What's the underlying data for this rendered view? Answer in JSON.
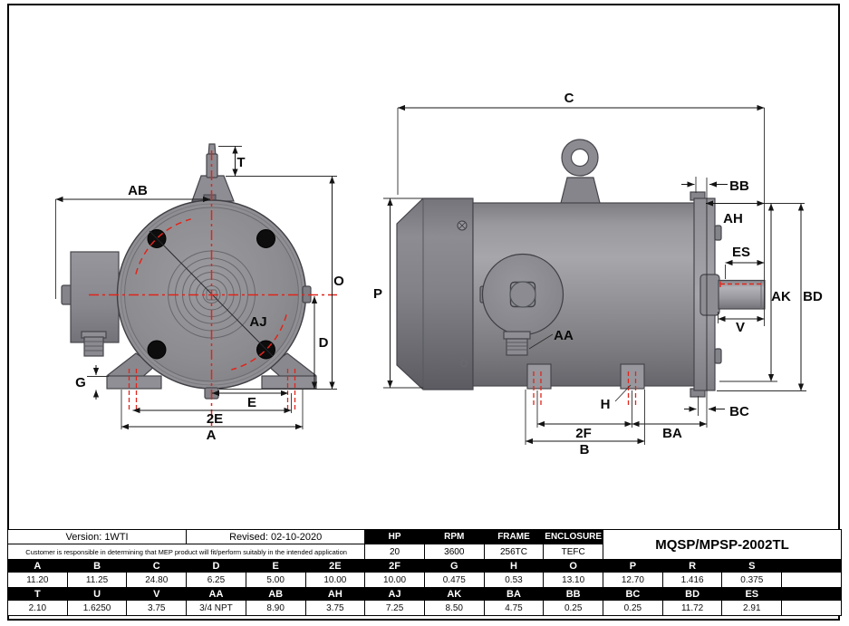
{
  "sheet": {
    "version": "Version: 1WTI",
    "revised": "Revised: 02-10-2020",
    "disclaimer": "Customer is responsible in determining that MEP product will fit/perform suitably in the intended application",
    "model": "MQSP/MPSP-2002TL",
    "specs": {
      "hp_label": "HP",
      "hp": "20",
      "rpm_label": "RPM",
      "rpm": "3600",
      "frame_label": "FRAME",
      "frame": "256TC",
      "enclosure_label": "ENCLOSURE",
      "enclosure": "TEFC"
    }
  },
  "dims_row_a": {
    "headers": [
      "A",
      "B",
      "C",
      "D",
      "E",
      "2E",
      "2F",
      "G",
      "H",
      "O",
      "P",
      "R",
      "S",
      ""
    ],
    "values": [
      "11.20",
      "11.25",
      "24.80",
      "6.25",
      "5.00",
      "10.00",
      "10.00",
      "0.475",
      "0.53",
      "13.10",
      "12.70",
      "1.416",
      "0.375",
      ""
    ]
  },
  "dims_row_t": {
    "headers": [
      "T",
      "U",
      "V",
      "AA",
      "AB",
      "AH",
      "AJ",
      "AK",
      "BA",
      "BB",
      "BC",
      "BD",
      "ES",
      ""
    ],
    "values": [
      "2.10",
      "1.6250",
      "3.75",
      "3/4 NPT",
      "8.90",
      "3.75",
      "7.25",
      "8.50",
      "4.75",
      "0.25",
      "0.25",
      "11.72",
      "2.91",
      ""
    ]
  },
  "front_labels": {
    "t": "T",
    "ab": "AB",
    "o": "O",
    "d": "D",
    "aj": "AJ",
    "g": "G",
    "e": "E",
    "e2": "2E",
    "a": "A"
  },
  "side_labels": {
    "c": "C",
    "p": "P",
    "bb": "BB",
    "ah": "AH",
    "es": "ES",
    "ak": "AK",
    "bd": "BD",
    "v": "V",
    "aa": "AA",
    "h": "H",
    "f2": "2F",
    "b": "B",
    "ba": "BA",
    "bc": "BC"
  },
  "colors": {
    "dimension_red": "#e0251b",
    "line_black": "#141414",
    "motor_gray": "#8d8d91"
  }
}
